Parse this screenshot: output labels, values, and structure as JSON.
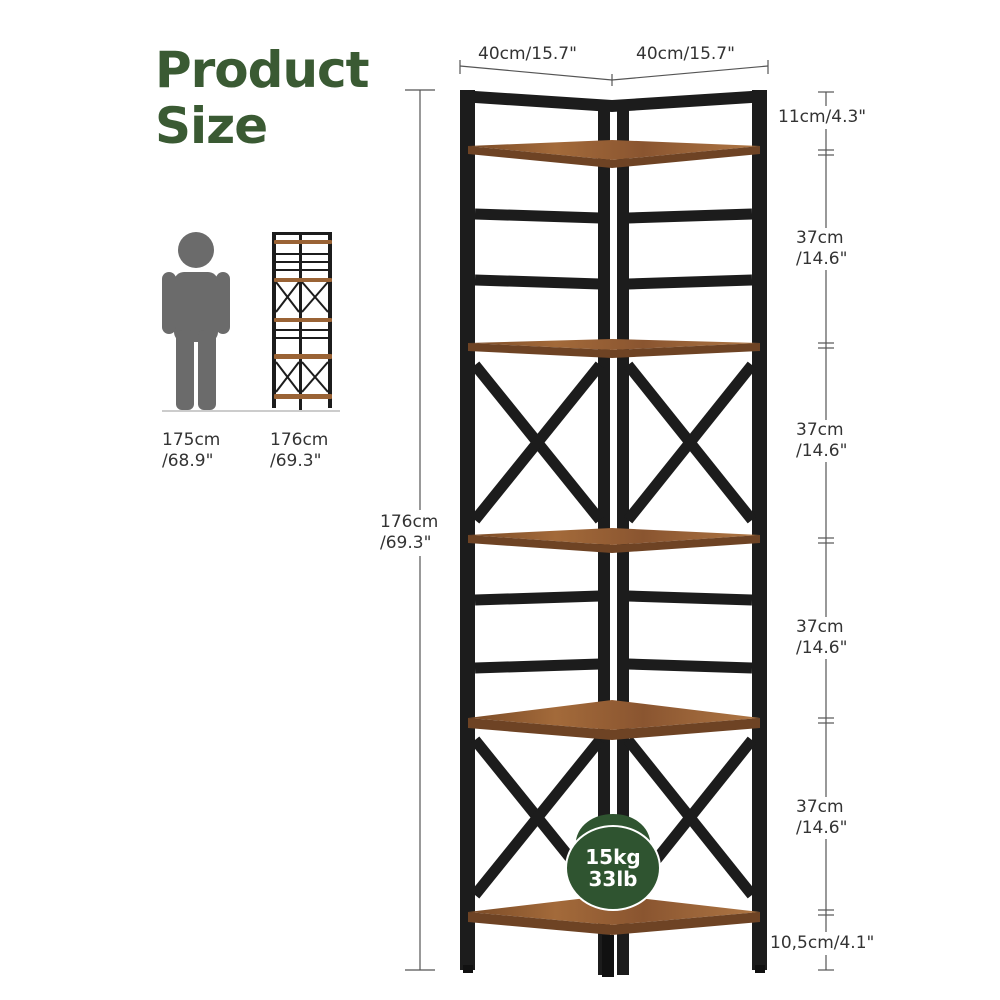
{
  "title": {
    "line1": "Product",
    "line2": "Size"
  },
  "width_labels": {
    "left": "40cm/15.7\"",
    "right": "40cm/15.7\""
  },
  "total_height": {
    "line1": "176cm",
    "line2": "/69.3\""
  },
  "comparison": {
    "person": {
      "line1": "175cm",
      "line2": "/68.9\""
    },
    "shelf": {
      "line1": "176cm",
      "line2": "/69.3\""
    }
  },
  "spacings": {
    "top": "11cm/4.3\"",
    "s1": {
      "line1": "37cm",
      "line2": "/14.6\""
    },
    "s2": {
      "line1": "37cm",
      "line2": "/14.6\""
    },
    "s3": {
      "line1": "37cm",
      "line2": "/14.6\""
    },
    "s4": {
      "line1": "37cm",
      "line2": "/14.6\""
    },
    "bottom": "10,5cm/4.1\""
  },
  "load": {
    "kg": "15kg",
    "lb": "33lb"
  },
  "colors": {
    "title": "#3a5a33",
    "frame": "#1c1c1c",
    "wood": "#8a5a32",
    "weight": "#2f5430",
    "person": "#6b6b6b"
  }
}
